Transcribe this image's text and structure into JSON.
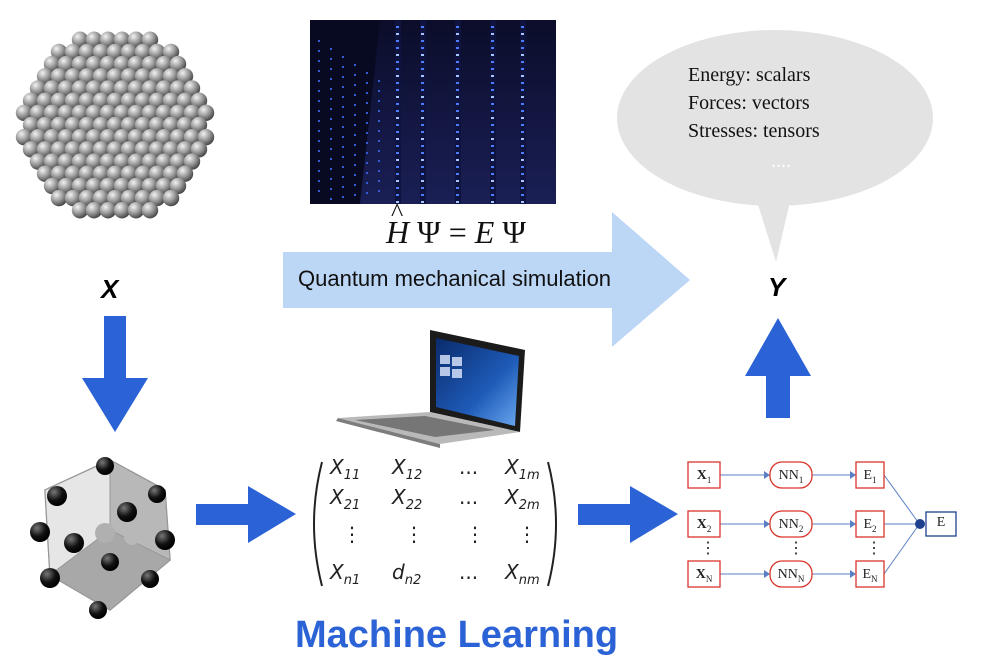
{
  "title_ml": "Machine Learning",
  "sim_label": "Quantum mechanical simulation",
  "equation": {
    "H": "H",
    "psi1": "Ψ",
    "eq": "=",
    "E": "E",
    "psi2": "Ψ"
  },
  "x_label": "X",
  "y_label": "Y",
  "bubble": {
    "lines": [
      "Energy: scalars",
      "Forces: vectors",
      "Stresses: tensors"
    ],
    "dots": "...."
  },
  "matrix": {
    "rows": [
      [
        "X11",
        "X12",
        "...",
        "X1m"
      ],
      [
        "X21",
        "X22",
        "...",
        "X2m"
      ],
      [
        "⋮",
        "⋮",
        "⋮",
        "⋮"
      ],
      [
        "Xn1",
        "dn2",
        "...",
        "Xnm"
      ]
    ]
  },
  "nn": {
    "inputs": [
      "X1",
      "X2",
      "XN"
    ],
    "nets": [
      "NN1",
      "NN2",
      "NNN"
    ],
    "energies": [
      "E1",
      "E2",
      "EN"
    ],
    "output": "E",
    "vdots": "⋮"
  },
  "colors": {
    "arrow_blue": "#2b63d6",
    "arrow_light": "#bcd6f6",
    "ml_text": "#2b63d6",
    "bubble_fill": "#e3e3e3",
    "nn_red": "#d9362b",
    "nn_blue": "#1f3f8f"
  }
}
